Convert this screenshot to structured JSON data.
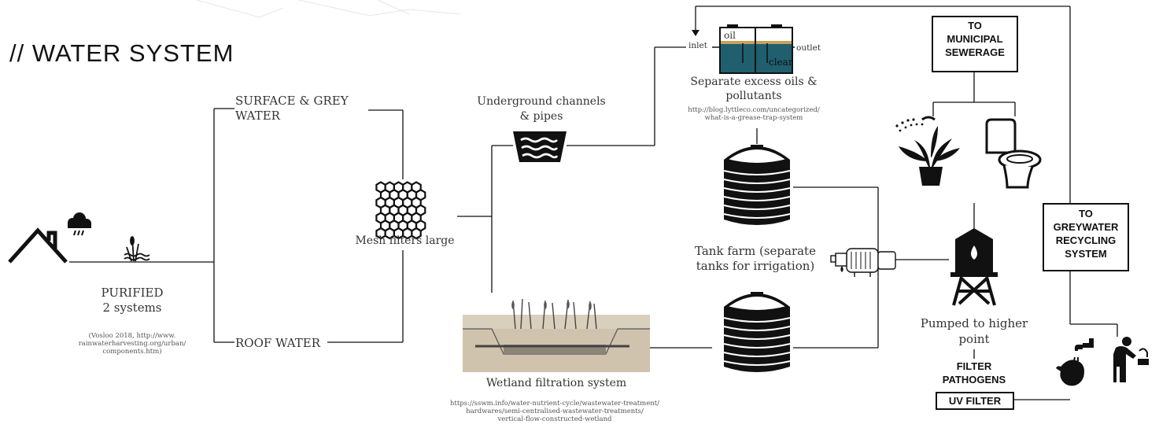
{
  "page": {
    "title": "// WATER SYSTEM"
  },
  "nodes": {
    "purified_line1": "PURIFIED",
    "purified_line2": "2 systems",
    "purified_citation": "(Vosloo 2018, http://www.\nrainwaterharvesting.org/urban/\ncomponents.htm)",
    "surface_grey_line1": "SURFACE  &  GREY",
    "surface_grey_line2": "WATER",
    "roof_water": "ROOF WATER",
    "mesh_filters": "Mesh filters large",
    "underground_line1": "Underground  channels",
    "underground_line2": "& pipes",
    "wetland": "Wetland filtration system",
    "wetland_citation": "https://sswm.info/water-nutrient-cycle/wastewater-treatment/\nhardwares/semi-centralised-wastewater-treatments/\nvertical-flow-constructed-wetland",
    "grease_inlet": "inlet",
    "grease_outlet": "outlet",
    "grease_oil": "oil",
    "grease_clear": "clear",
    "separate_line1": "Separate  excess  oils  &",
    "separate_line2": "pollutants",
    "grease_citation": "http://blog.lyttleco.com/uncategorized/\nwhat-is-a-grease-trap-system",
    "tank_farm_line1": "Tank  farm  (separate",
    "tank_farm_line2": "tanks for irrigation)",
    "pumped_line1": "Pumped to higher",
    "pumped_line2": "point",
    "filter_pathogens": "FILTER\nPATHOGENS",
    "uv_filter": "UV FILTER",
    "to_municipal": "TO\nMUNICIPAL\nSEWERAGE",
    "to_greywater": "TO\nGREYWATER\nRECYCLING\nSYSTEM"
  },
  "icons": [
    "house-icon",
    "rain-cloud-icon",
    "reed-plant-icon",
    "mesh-filter-icon",
    "channel-icon",
    "wetland-image",
    "grease-trap-icon",
    "water-tank-icon",
    "pump-icon",
    "water-tower-icon",
    "plant-sprinkler-icon",
    "toilet-icon",
    "hand-wash-icon",
    "drinking-fountain-icon"
  ],
  "colors": {
    "line": "#111111",
    "grease_water": "#1f5f6e",
    "grease_oil": "#c8a25a",
    "wetland_soil": "#cfc3ad"
  }
}
